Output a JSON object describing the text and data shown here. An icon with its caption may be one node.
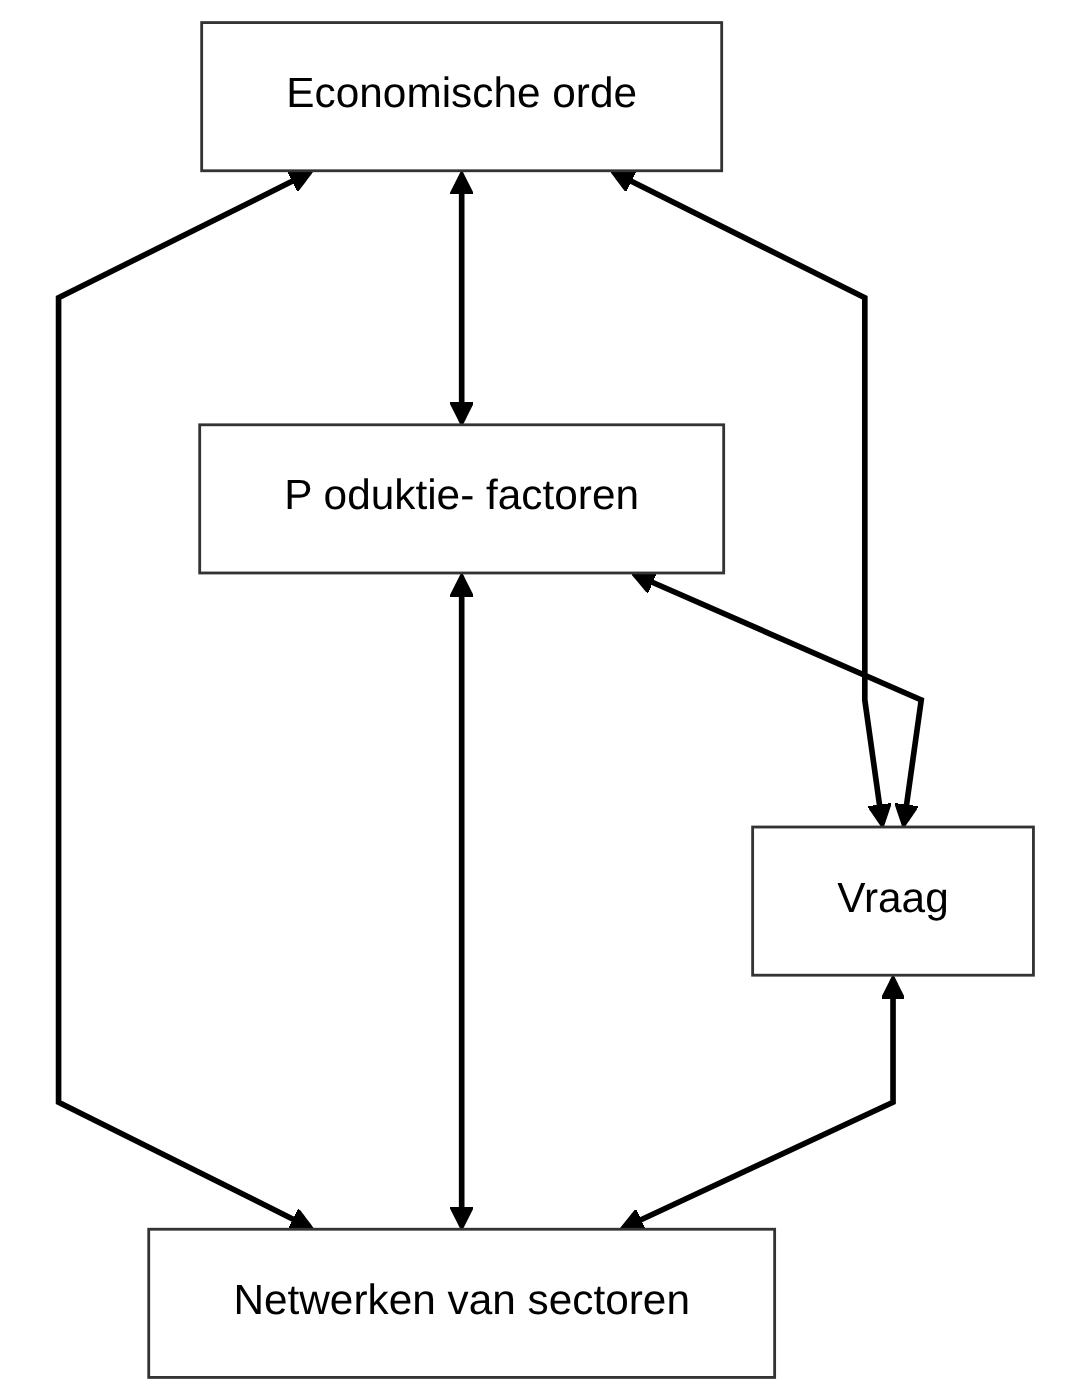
{
  "diagram": {
    "nodes": [
      {
        "text": [
          "Economische orde"
        ]
      },
      {
        "text": [
          "P oduktie- factoren"
        ]
      },
      {
        "text": [
          "Vraag"
        ]
      },
      {
        "text": [
          "Netwerken van sectoren"
        ]
      }
    ],
    "edges": [
      {
        "from": 0,
        "to": 1,
        "arrow": "both"
      },
      {
        "from": 0,
        "to": 2,
        "arrow": "both"
      },
      {
        "from": 0,
        "to": 3,
        "arrow": "both"
      },
      {
        "from": 1,
        "to": 2,
        "arrow": "both"
      },
      {
        "from": 1,
        "to": 3,
        "arrow": "both"
      },
      {
        "from": 2,
        "to": 3,
        "arrow": "both"
      }
    ]
  }
}
